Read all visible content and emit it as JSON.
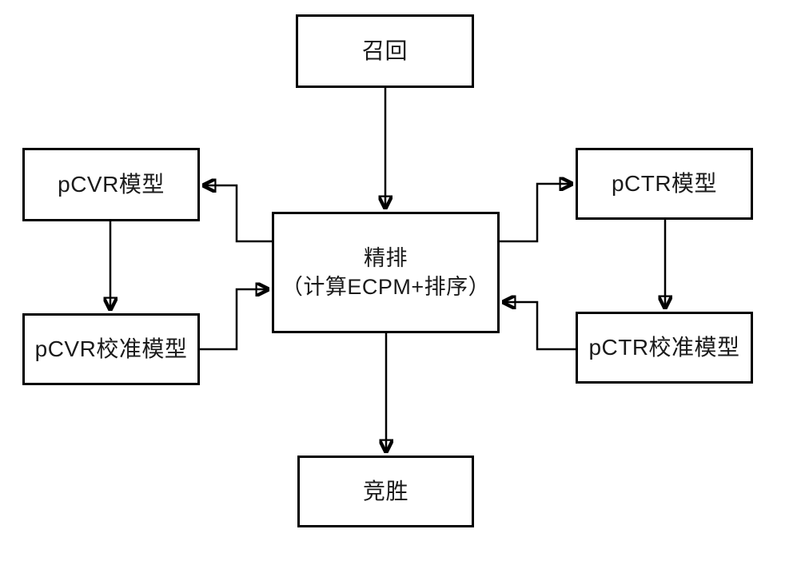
{
  "diagram": {
    "title": "ad-ranking-pipeline-flowchart",
    "background_color": "#ffffff",
    "line_color": "#000000",
    "nodes": {
      "recall": {
        "label": "召回"
      },
      "pcvr_model": {
        "label": "pCVR模型"
      },
      "pctr_model": {
        "label": "pCTR模型"
      },
      "ranking": {
        "label_line1": "精排",
        "label_line2": "（计算ECPM+排序）"
      },
      "pcvr_calib": {
        "label": "pCVR校准模型"
      },
      "pctr_calib": {
        "label": "pCTR校准模型"
      },
      "win": {
        "label": "竞胜"
      }
    },
    "edges": [
      {
        "from": "召回",
        "to": "精排"
      },
      {
        "from": "精排",
        "to": "pCVR模型"
      },
      {
        "from": "pCVR模型",
        "to": "pCVR校准模型"
      },
      {
        "from": "pCVR校准模型",
        "to": "精排"
      },
      {
        "from": "精排",
        "to": "pCTR模型"
      },
      {
        "from": "pCTR模型",
        "to": "pCTR校准模型"
      },
      {
        "from": "pCTR校准模型",
        "to": "精排"
      },
      {
        "from": "精排",
        "to": "竞胜"
      }
    ]
  }
}
